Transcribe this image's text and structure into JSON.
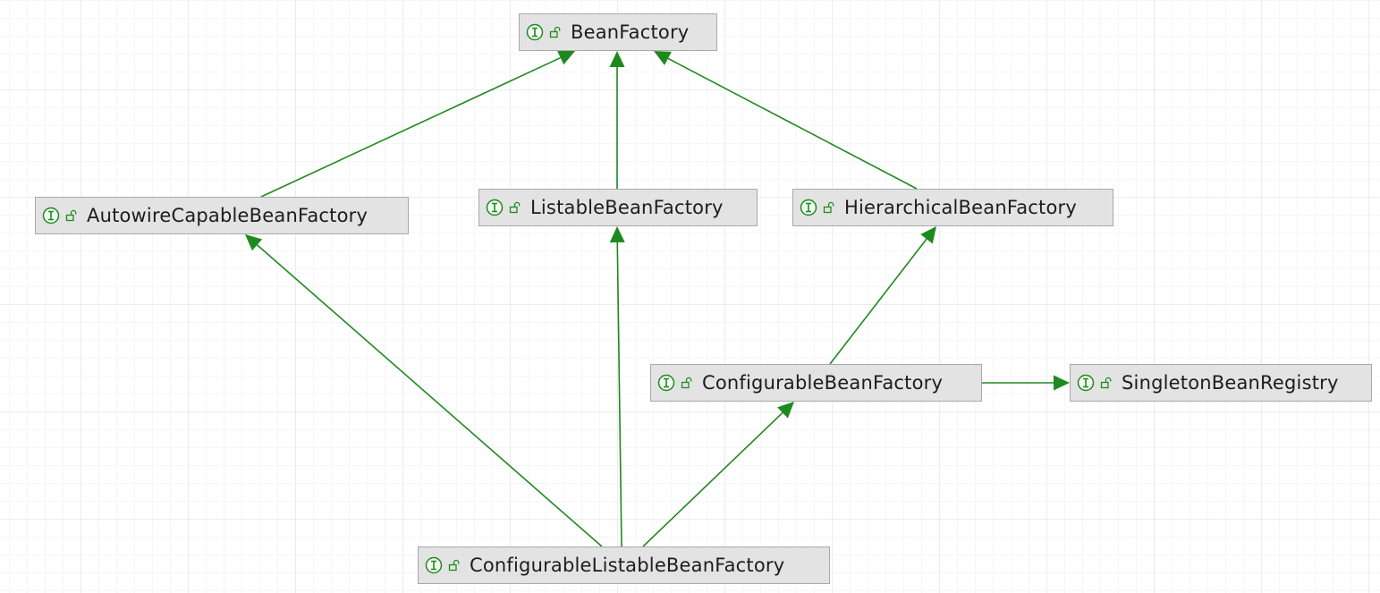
{
  "diagram": {
    "edge_color": "#1e8a1e",
    "nodes": [
      {
        "id": "bean-factory",
        "label": "BeanFactory",
        "kind": "interface",
        "icon": "interface-icon",
        "visibility_icon": "unlock-icon"
      },
      {
        "id": "autowire-capable-bean-factory",
        "label": "AutowireCapableBeanFactory",
        "kind": "interface",
        "icon": "interface-icon",
        "visibility_icon": "unlock-icon"
      },
      {
        "id": "listable-bean-factory",
        "label": "ListableBeanFactory",
        "kind": "interface",
        "icon": "interface-icon",
        "visibility_icon": "unlock-icon"
      },
      {
        "id": "hierarchical-bean-factory",
        "label": "HierarchicalBeanFactory",
        "kind": "interface",
        "icon": "interface-icon",
        "visibility_icon": "unlock-icon"
      },
      {
        "id": "configurable-bean-factory",
        "label": "ConfigurableBeanFactory",
        "kind": "interface",
        "icon": "interface-icon",
        "visibility_icon": "unlock-icon"
      },
      {
        "id": "singleton-bean-registry",
        "label": "SingletonBeanRegistry",
        "kind": "interface",
        "icon": "interface-icon",
        "visibility_icon": "unlock-icon"
      },
      {
        "id": "configurable-listable-bean-factory",
        "label": "ConfigurableListableBeanFactory",
        "kind": "interface",
        "icon": "interface-icon",
        "visibility_icon": "unlock-icon"
      }
    ],
    "edges": [
      {
        "from": "autowire-capable-bean-factory",
        "to": "bean-factory",
        "type": "extends"
      },
      {
        "from": "listable-bean-factory",
        "to": "bean-factory",
        "type": "extends"
      },
      {
        "from": "hierarchical-bean-factory",
        "to": "bean-factory",
        "type": "extends"
      },
      {
        "from": "configurable-bean-factory",
        "to": "hierarchical-bean-factory",
        "type": "extends"
      },
      {
        "from": "configurable-bean-factory",
        "to": "singleton-bean-registry",
        "type": "extends"
      },
      {
        "from": "configurable-listable-bean-factory",
        "to": "autowire-capable-bean-factory",
        "type": "extends"
      },
      {
        "from": "configurable-listable-bean-factory",
        "to": "listable-bean-factory",
        "type": "extends"
      },
      {
        "from": "configurable-listable-bean-factory",
        "to": "configurable-bean-factory",
        "type": "extends"
      }
    ]
  }
}
